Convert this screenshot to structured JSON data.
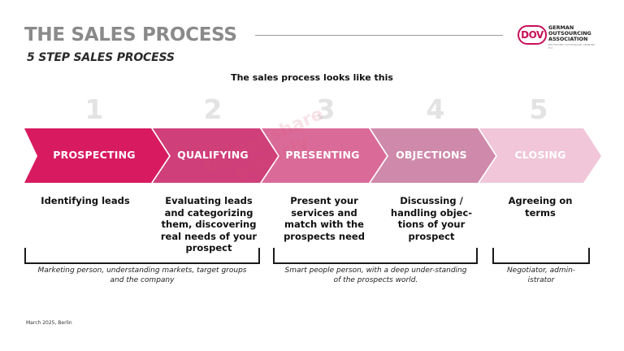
{
  "header": {
    "title": "THE SALES PROCESS",
    "subtitle": "5 STEP SALES PROCESS"
  },
  "logo": {
    "mark": "DOV",
    "line1": "GERMAN",
    "line2": "OUTSOURCING",
    "line3": "ASSOCIATION",
    "tagline": "DEUTSCHER OUTSOURCING VERBAND E.V."
  },
  "intro": "The sales process looks like this",
  "watermark": {
    "line1": "Do not share",
    "line2": "publicly"
  },
  "steps": [
    {
      "number": "1",
      "label": "PROSPECTING",
      "description": "Identifying leads",
      "color": "#d81b60"
    },
    {
      "number": "2",
      "label": "QUALIFYING",
      "description": "Evaluating leads and categorizing them, discovering real needs of your prospect",
      "color": "#cf3f7a"
    },
    {
      "number": "3",
      "label": "PRESENTING",
      "description": "Present your services and match with the prospects need",
      "color": "#da6b98"
    },
    {
      "number": "4",
      "label": "OBJECTIONS",
      "description": "Discussing / handling objec-tions of your prospect",
      "color": "#cf8aab"
    },
    {
      "number": "5",
      "label": "CLOSING",
      "description": "Agreeing on terms",
      "color": "#f0c6d8"
    }
  ],
  "roles": [
    {
      "text": "Marketing person, understanding markets, target groups and the company"
    },
    {
      "text": "Smart people person, with a deep under-standing of the prospects world."
    },
    {
      "text": "Negotiator, admin-istrator"
    }
  ],
  "footer": "March 2025, Berlin"
}
